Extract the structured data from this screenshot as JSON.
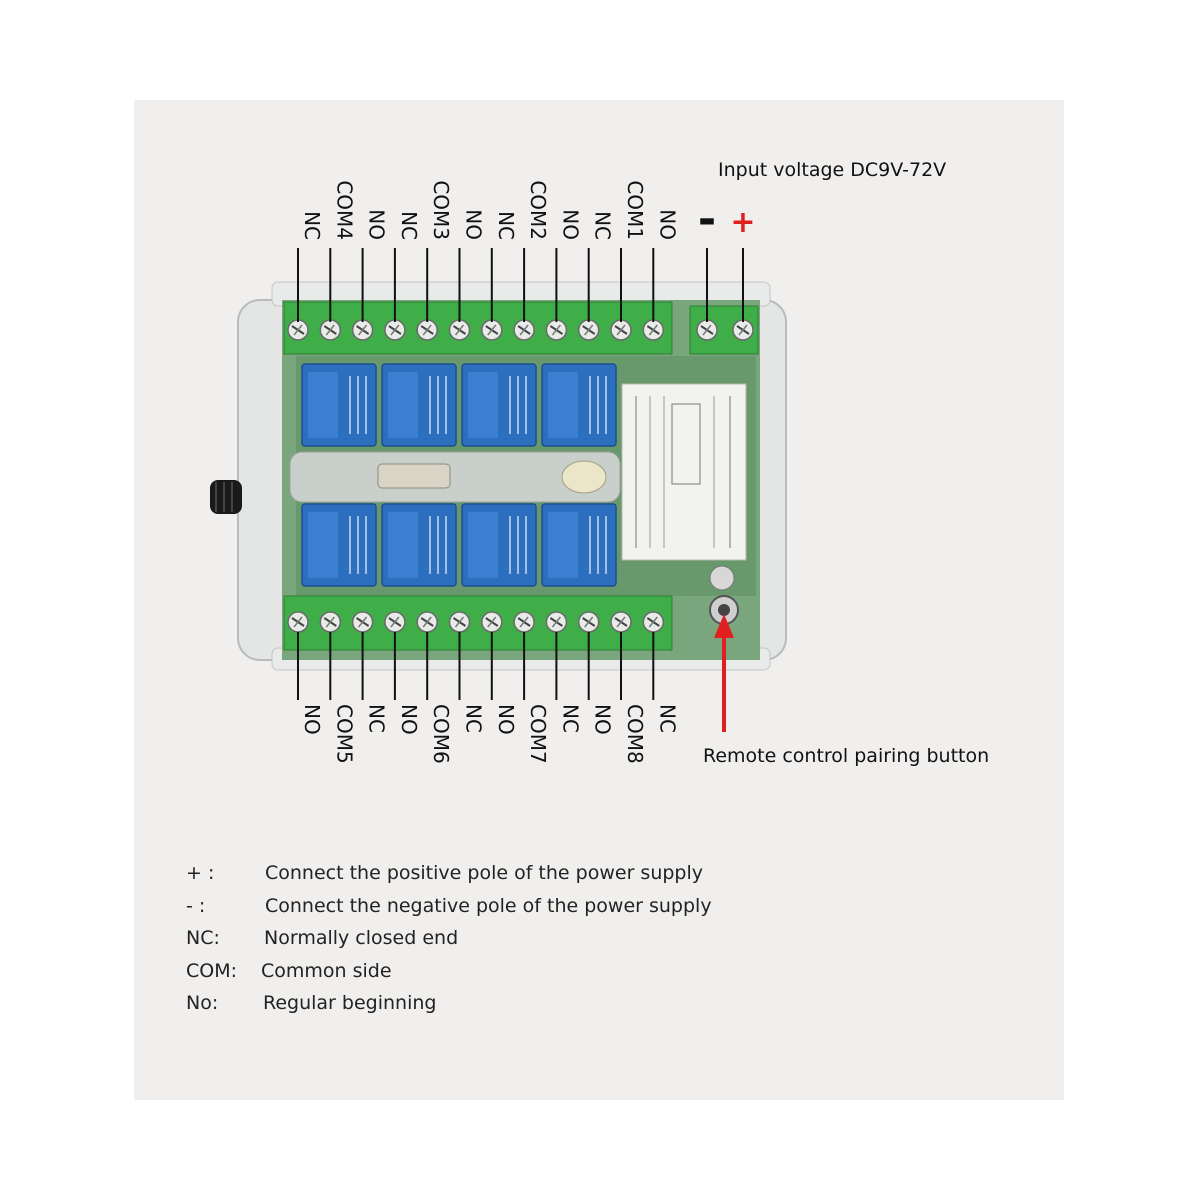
{
  "top_labels": [
    "NC",
    "COM4",
    "NO",
    "NC",
    "COM3",
    "NO",
    "NC",
    "COM2",
    "NO",
    "NC",
    "COM1",
    "NO"
  ],
  "bottom_labels": [
    "NO",
    "COM5",
    "NC",
    "NO",
    "COM6",
    "NC",
    "NO",
    "COM7",
    "NC",
    "NO",
    "COM8",
    "NC"
  ],
  "power": {
    "minus": "-",
    "plus": "+",
    "title": "Input voltage DC9V-72V"
  },
  "pairing_label": "Remote control pairing button",
  "legend": [
    {
      "key": "+ :",
      "text": "Connect the positive pole of the power supply"
    },
    {
      "key": "- :",
      "text": "Connect the negative pole of the power supply"
    },
    {
      "key": "NC:",
      "text": "Normally closed end"
    },
    {
      "key": "COM:",
      "text": "Common side"
    },
    {
      "key": "No:",
      "text": "Regular beginning"
    }
  ],
  "colors": {
    "terminal": "#3fae48",
    "relay": "#2d6fbf",
    "pcb": "#6e9e73",
    "arrow": "#e02020"
  }
}
